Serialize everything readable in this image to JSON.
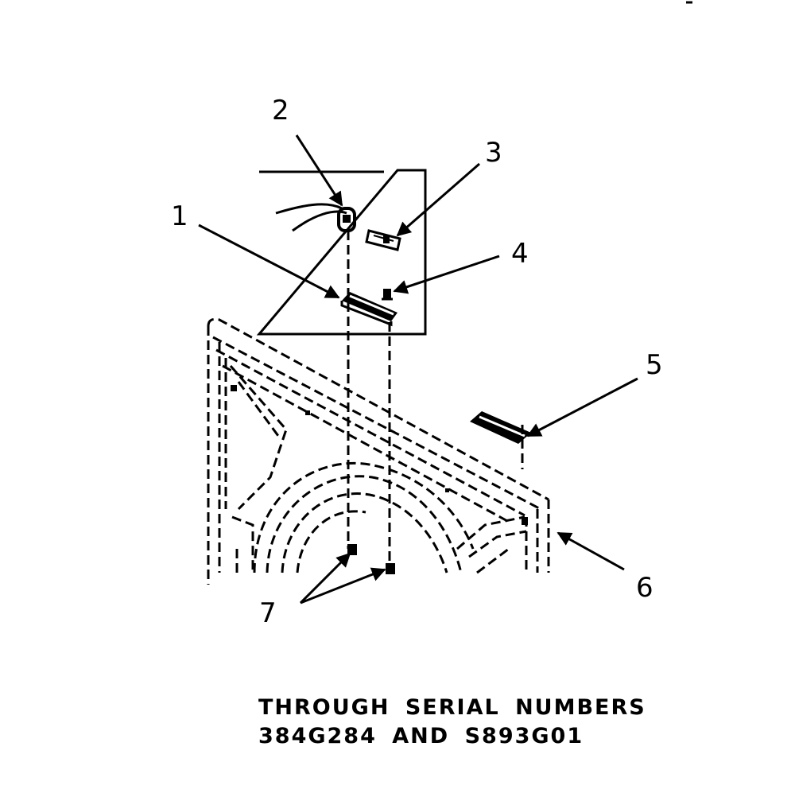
{
  "callouts": {
    "c1": "1",
    "c2": "2",
    "c3": "3",
    "c4": "4",
    "c5": "5",
    "c6": "6",
    "c7": "7"
  },
  "caption": {
    "line1": "THROUGH SERIAL NUMBERS",
    "line2": "384G284 AND S893G01"
  }
}
